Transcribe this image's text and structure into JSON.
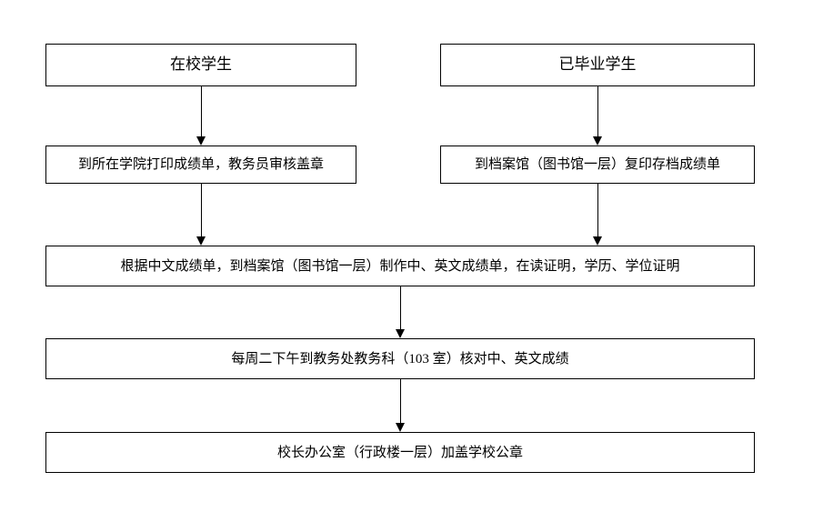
{
  "diagram": {
    "type": "flowchart",
    "orientation": "top-to-bottom",
    "background_color": "#ffffff",
    "line_color": "#000000",
    "text_color": "#000000",
    "nodes": [
      {
        "id": "current-students",
        "label": "在校学生",
        "row": 1,
        "column": "left"
      },
      {
        "id": "graduated-students",
        "label": "已毕业学生",
        "row": 1,
        "column": "right"
      },
      {
        "id": "print-transcript",
        "label": "到所在学院打印成绩单，教务员审核盖章",
        "row": 2,
        "column": "left"
      },
      {
        "id": "copy-archive",
        "label": "到档案馆（图书馆一层）复印存档成绩单",
        "row": 2,
        "column": "right"
      },
      {
        "id": "make-documents",
        "label": "根据中文成绩单，到档案馆（图书馆一层）制作中、英文成绩单，在读证明，学历、学位证明",
        "row": 3,
        "column": "full"
      },
      {
        "id": "verify-grades",
        "label": "每周二下午到教务处教务科（103 室）核对中、英文成绩",
        "row": 4,
        "column": "full"
      },
      {
        "id": "official-seal",
        "label": "校长办公室（行政楼一层）加盖学校公章",
        "row": 5,
        "column": "full"
      }
    ],
    "edges": [
      {
        "id": "current-to-print",
        "from": "current-students",
        "to": "print-transcript",
        "arrow": "down"
      },
      {
        "id": "graduated-to-copy",
        "from": "graduated-students",
        "to": "copy-archive",
        "arrow": "down"
      },
      {
        "id": "print-to-make",
        "from": "print-transcript",
        "to": "make-documents",
        "arrow": "down"
      },
      {
        "id": "copy-to-make",
        "from": "copy-archive",
        "to": "make-documents",
        "arrow": "down"
      },
      {
        "id": "make-to-verify",
        "from": "make-documents",
        "to": "verify-grades",
        "arrow": "down"
      },
      {
        "id": "verify-to-seal",
        "from": "verify-grades",
        "to": "official-seal",
        "arrow": "down"
      }
    ]
  }
}
